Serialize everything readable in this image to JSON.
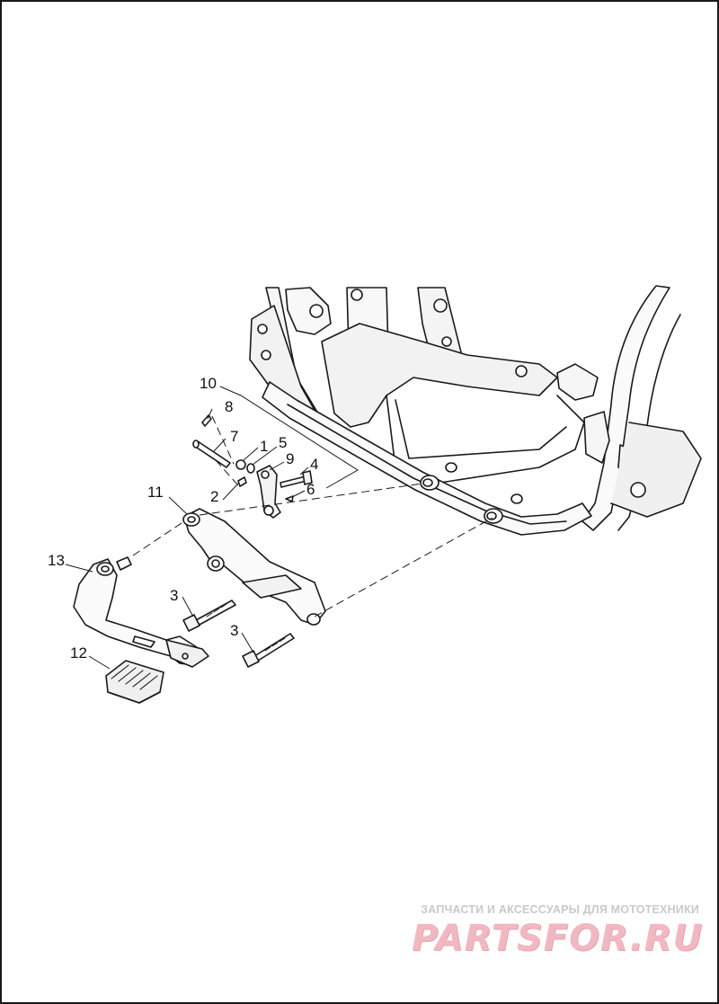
{
  "diagram": {
    "callouts": [
      {
        "id": "10",
        "label": "10"
      },
      {
        "id": "8",
        "label": "8"
      },
      {
        "id": "7",
        "label": "7"
      },
      {
        "id": "1",
        "label": "1"
      },
      {
        "id": "5",
        "label": "5"
      },
      {
        "id": "9",
        "label": "9"
      },
      {
        "id": "4",
        "label": "4"
      },
      {
        "id": "2",
        "label": "2"
      },
      {
        "id": "6",
        "label": "6"
      },
      {
        "id": "11",
        "label": "11"
      },
      {
        "id": "13",
        "label": "13"
      },
      {
        "id": "3a",
        "label": "3"
      },
      {
        "id": "3b",
        "label": "3"
      },
      {
        "id": "12",
        "label": "12"
      }
    ]
  },
  "watermark": {
    "tagline": "ЗАПЧАСТИ И АКСЕССУАРЫ ДЛЯ МОТОТЕХНИКИ",
    "logo": "PARTSFOR.RU"
  },
  "colors": {
    "line": "#1a1a1a",
    "frame_fill": "#f4f4f4",
    "watermark_text": "#c9c9c9",
    "watermark_logo": "#f0b9c1"
  }
}
